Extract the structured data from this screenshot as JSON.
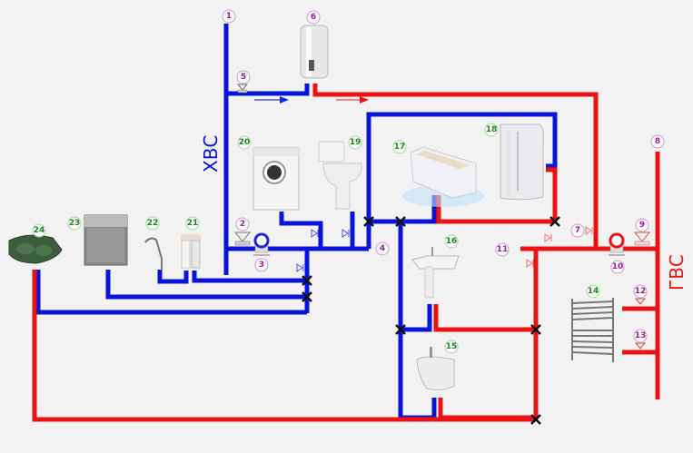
{
  "title": "Схема разводки водопровода",
  "colors": {
    "cold": "#0a14d8",
    "hot": "#ee1111",
    "marker_purple": "#9b1e9b",
    "marker_green": "#1a8a1a",
    "background": "#f2f2f2"
  },
  "labels": {
    "cold_supply": "ХВС",
    "hot_supply": "ГВС"
  },
  "markers": [
    {
      "n": "1",
      "kind": "node"
    },
    {
      "n": "2",
      "kind": "node"
    },
    {
      "n": "3",
      "kind": "node"
    },
    {
      "n": "4",
      "kind": "node"
    },
    {
      "n": "5",
      "kind": "node"
    },
    {
      "n": "6",
      "kind": "node"
    },
    {
      "n": "7",
      "kind": "node"
    },
    {
      "n": "8",
      "kind": "node"
    },
    {
      "n": "9",
      "kind": "node"
    },
    {
      "n": "10",
      "kind": "node"
    },
    {
      "n": "11",
      "kind": "node"
    },
    {
      "n": "12",
      "kind": "node"
    },
    {
      "n": "13",
      "kind": "node"
    },
    {
      "n": "14",
      "kind": "fixture"
    },
    {
      "n": "15",
      "kind": "fixture"
    },
    {
      "n": "16",
      "kind": "fixture"
    },
    {
      "n": "17",
      "kind": "fixture"
    },
    {
      "n": "18",
      "kind": "fixture"
    },
    {
      "n": "19",
      "kind": "fixture"
    },
    {
      "n": "20",
      "kind": "fixture"
    },
    {
      "n": "21",
      "kind": "fixture"
    },
    {
      "n": "22",
      "kind": "fixture"
    },
    {
      "n": "23",
      "kind": "fixture"
    },
    {
      "n": "24",
      "kind": "fixture"
    }
  ],
  "fixtures": {
    "water_heater": "6",
    "towel_dryer": "14",
    "bidet": "15",
    "washbasin": "16",
    "bathtub": "17",
    "shower_cabin": "18",
    "toilet": "19",
    "washing_machine": "20",
    "water_filter": "21",
    "filter_tap": "22",
    "dishwasher": "23",
    "kitchen_sink": "24"
  }
}
